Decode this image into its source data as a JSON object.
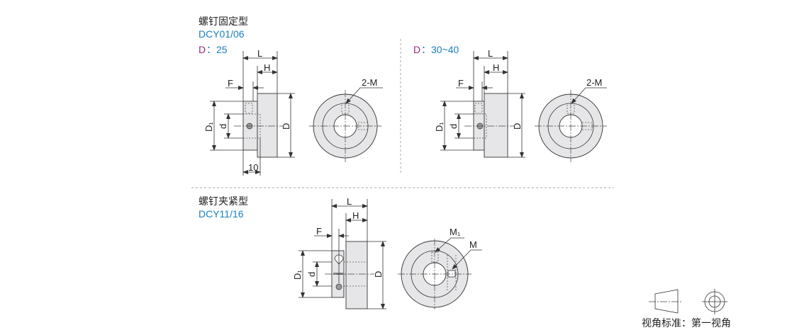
{
  "sections": [
    {
      "title": "螺钉固定型",
      "model": "DCY01/06",
      "variant_label": "D",
      "variant_value": "：25",
      "dims": {
        "L": "L",
        "H": "H",
        "F": "F",
        "D1": "D₁",
        "d": "d",
        "D": "D",
        "ten": "10",
        "M": "2-M"
      }
    },
    {
      "variant_label": "D",
      "variant_value": "：30~40",
      "dims": {
        "L": "L",
        "H": "H",
        "F": "F",
        "D1": "D₁",
        "d": "d",
        "D": "D",
        "M": "2-M"
      }
    },
    {
      "title": "螺钉夹紧型",
      "model": "DCY11/16",
      "dims": {
        "L": "L",
        "H": "H",
        "F": "F",
        "D1": "D₁",
        "d": "d",
        "D": "D",
        "M1": "M₁",
        "M": "M"
      }
    }
  ],
  "legend": {
    "text": "视角标准：第一视角"
  },
  "colors": {
    "model": "#1a7fc1",
    "accent": "#a0287f"
  }
}
